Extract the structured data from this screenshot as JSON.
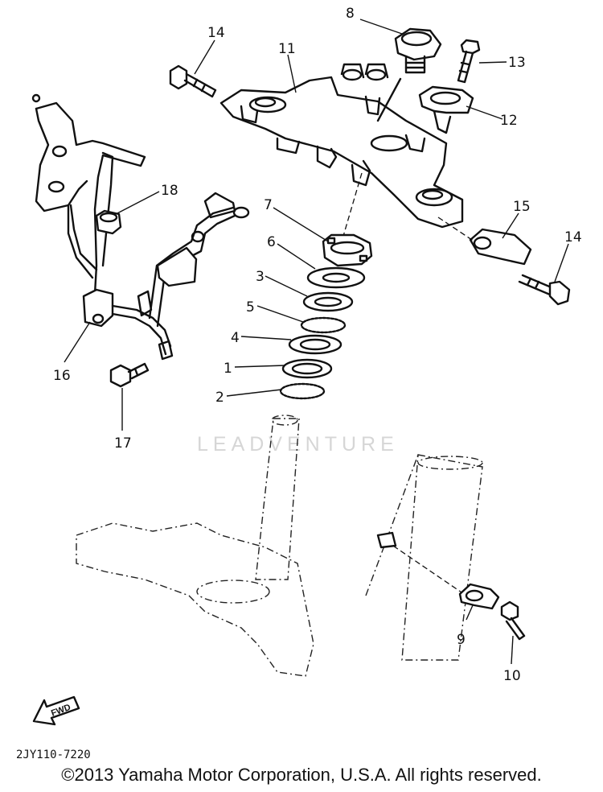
{
  "callouts": {
    "c1": "1",
    "c2": "2",
    "c3": "3",
    "c4": "4",
    "c5": "5",
    "c6": "6",
    "c7": "7",
    "c8": "8",
    "c9": "9",
    "c10": "10",
    "c11": "11",
    "c12": "12",
    "c13": "13",
    "c14a": "14",
    "c14b": "14",
    "c15": "15",
    "c16": "16",
    "c17": "17",
    "c18": "18"
  },
  "watermark": "LEADVENTURE",
  "diagram_code": "2JY110-7220",
  "fwd_label": "FWD",
  "copyright": "©2013 Yamaha Motor Corporation, U.S.A. All rights reserved."
}
